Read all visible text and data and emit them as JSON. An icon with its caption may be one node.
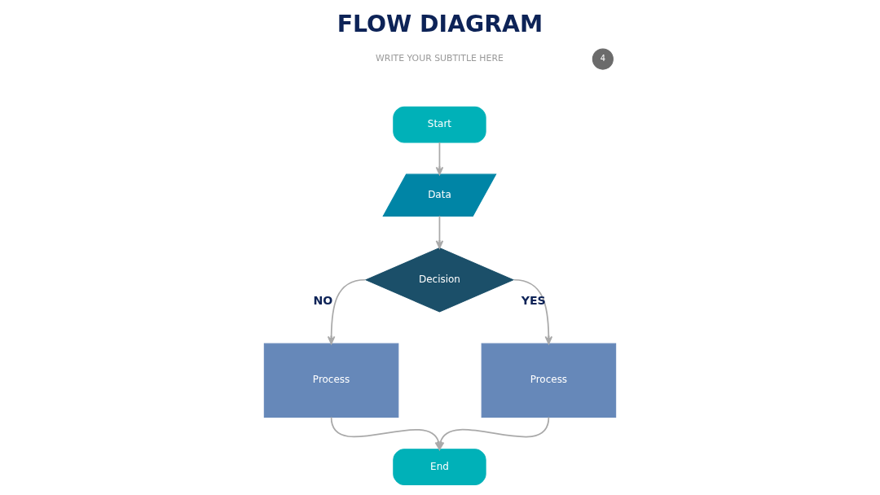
{
  "diagram": {
    "title": "FLOW DIAGRAM",
    "nodes": [
      {
        "text": [
          "4"
        ]
      },
      {
        "text": [
          "Start"
        ]
      },
      {
        "text": [
          "Data"
        ]
      },
      {
        "text": [
          "Decision"
        ]
      },
      {
        "text": [
          "Process"
        ]
      },
      {
        "text": [
          "Process"
        ]
      },
      {
        "text": [
          "End"
        ]
      }
    ],
    "edges": [
      {
        "from": 1,
        "to": 2,
        "arrow": "to"
      },
      {
        "from": 2,
        "to": 3,
        "arrow": "to"
      },
      {
        "from": 3,
        "to": 4,
        "label": "NO",
        "arrow": "to"
      },
      {
        "from": 3,
        "to": 5,
        "label": "YES",
        "arrow": "to"
      },
      {
        "from": 4,
        "to": 6,
        "arrow": "to"
      },
      {
        "from": 5,
        "to": 6,
        "arrow": "to"
      }
    ],
    "labels": [
      "WRITE YOUR SUBTITLE HERE"
    ]
  }
}
